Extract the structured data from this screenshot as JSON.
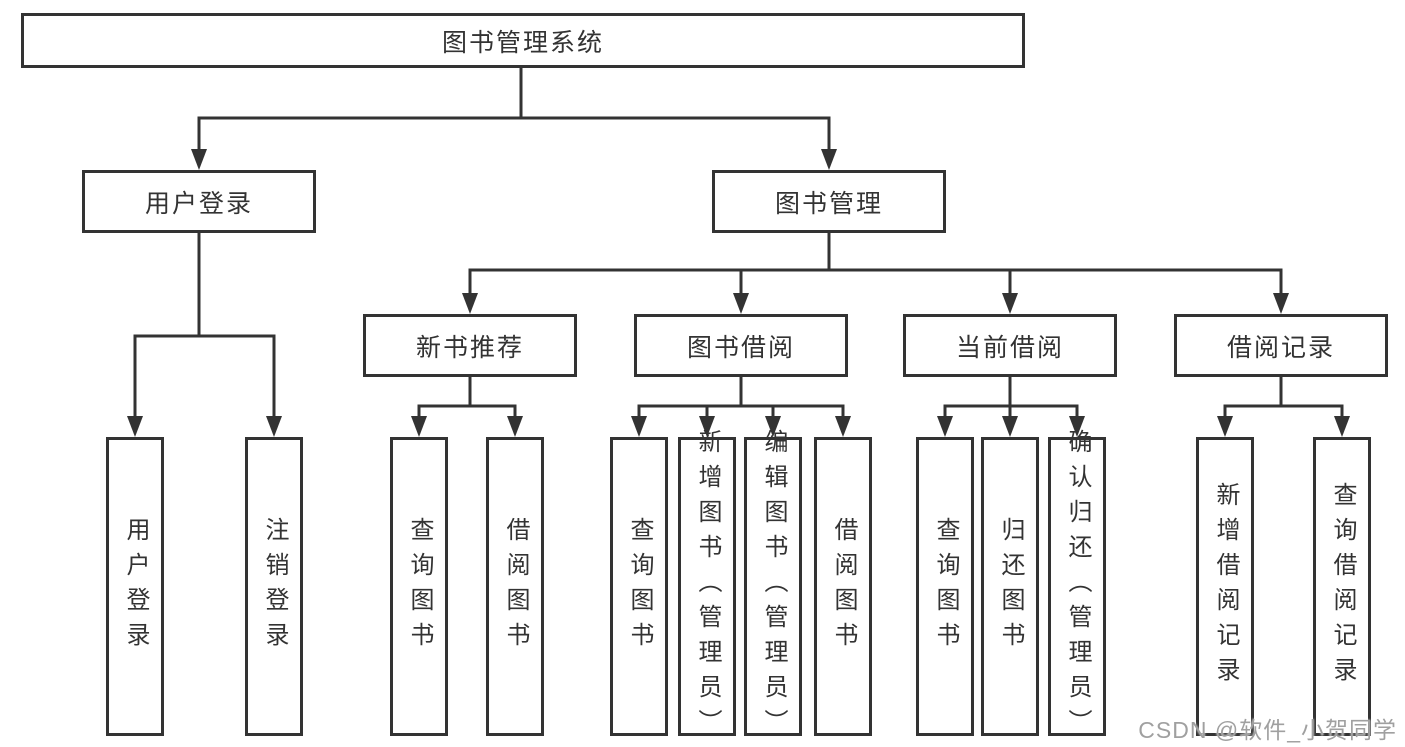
{
  "root": {
    "label": "图书管理系统"
  },
  "user_branch": {
    "label": "用户登录",
    "children": [
      {
        "label": "用户登录"
      },
      {
        "label": "注销登录"
      }
    ]
  },
  "book_branch": {
    "label": "图书管理",
    "sections": [
      {
        "label": "新书推荐",
        "children": [
          {
            "label": "查询图书"
          },
          {
            "label": "借阅图书"
          }
        ]
      },
      {
        "label": "图书借阅",
        "children": [
          {
            "label": "查询图书"
          },
          {
            "label": "新增图书（管理员）"
          },
          {
            "label": "编辑图书（管理员）"
          },
          {
            "label": "借阅图书"
          }
        ]
      },
      {
        "label": "当前借阅",
        "children": [
          {
            "label": "查询图书"
          },
          {
            "label": "归还图书"
          },
          {
            "label": "确认归还（管理员）"
          }
        ]
      },
      {
        "label": "借阅记录",
        "children": [
          {
            "label": "新增借阅记录"
          },
          {
            "label": "查询借阅记录"
          }
        ]
      }
    ]
  },
  "watermark": {
    "text": "CSDN @软件_小贺同学"
  },
  "colors": {
    "line": "#333333",
    "text": "#333333",
    "watermark": "#a0a0a0",
    "background": "#ffffff"
  }
}
